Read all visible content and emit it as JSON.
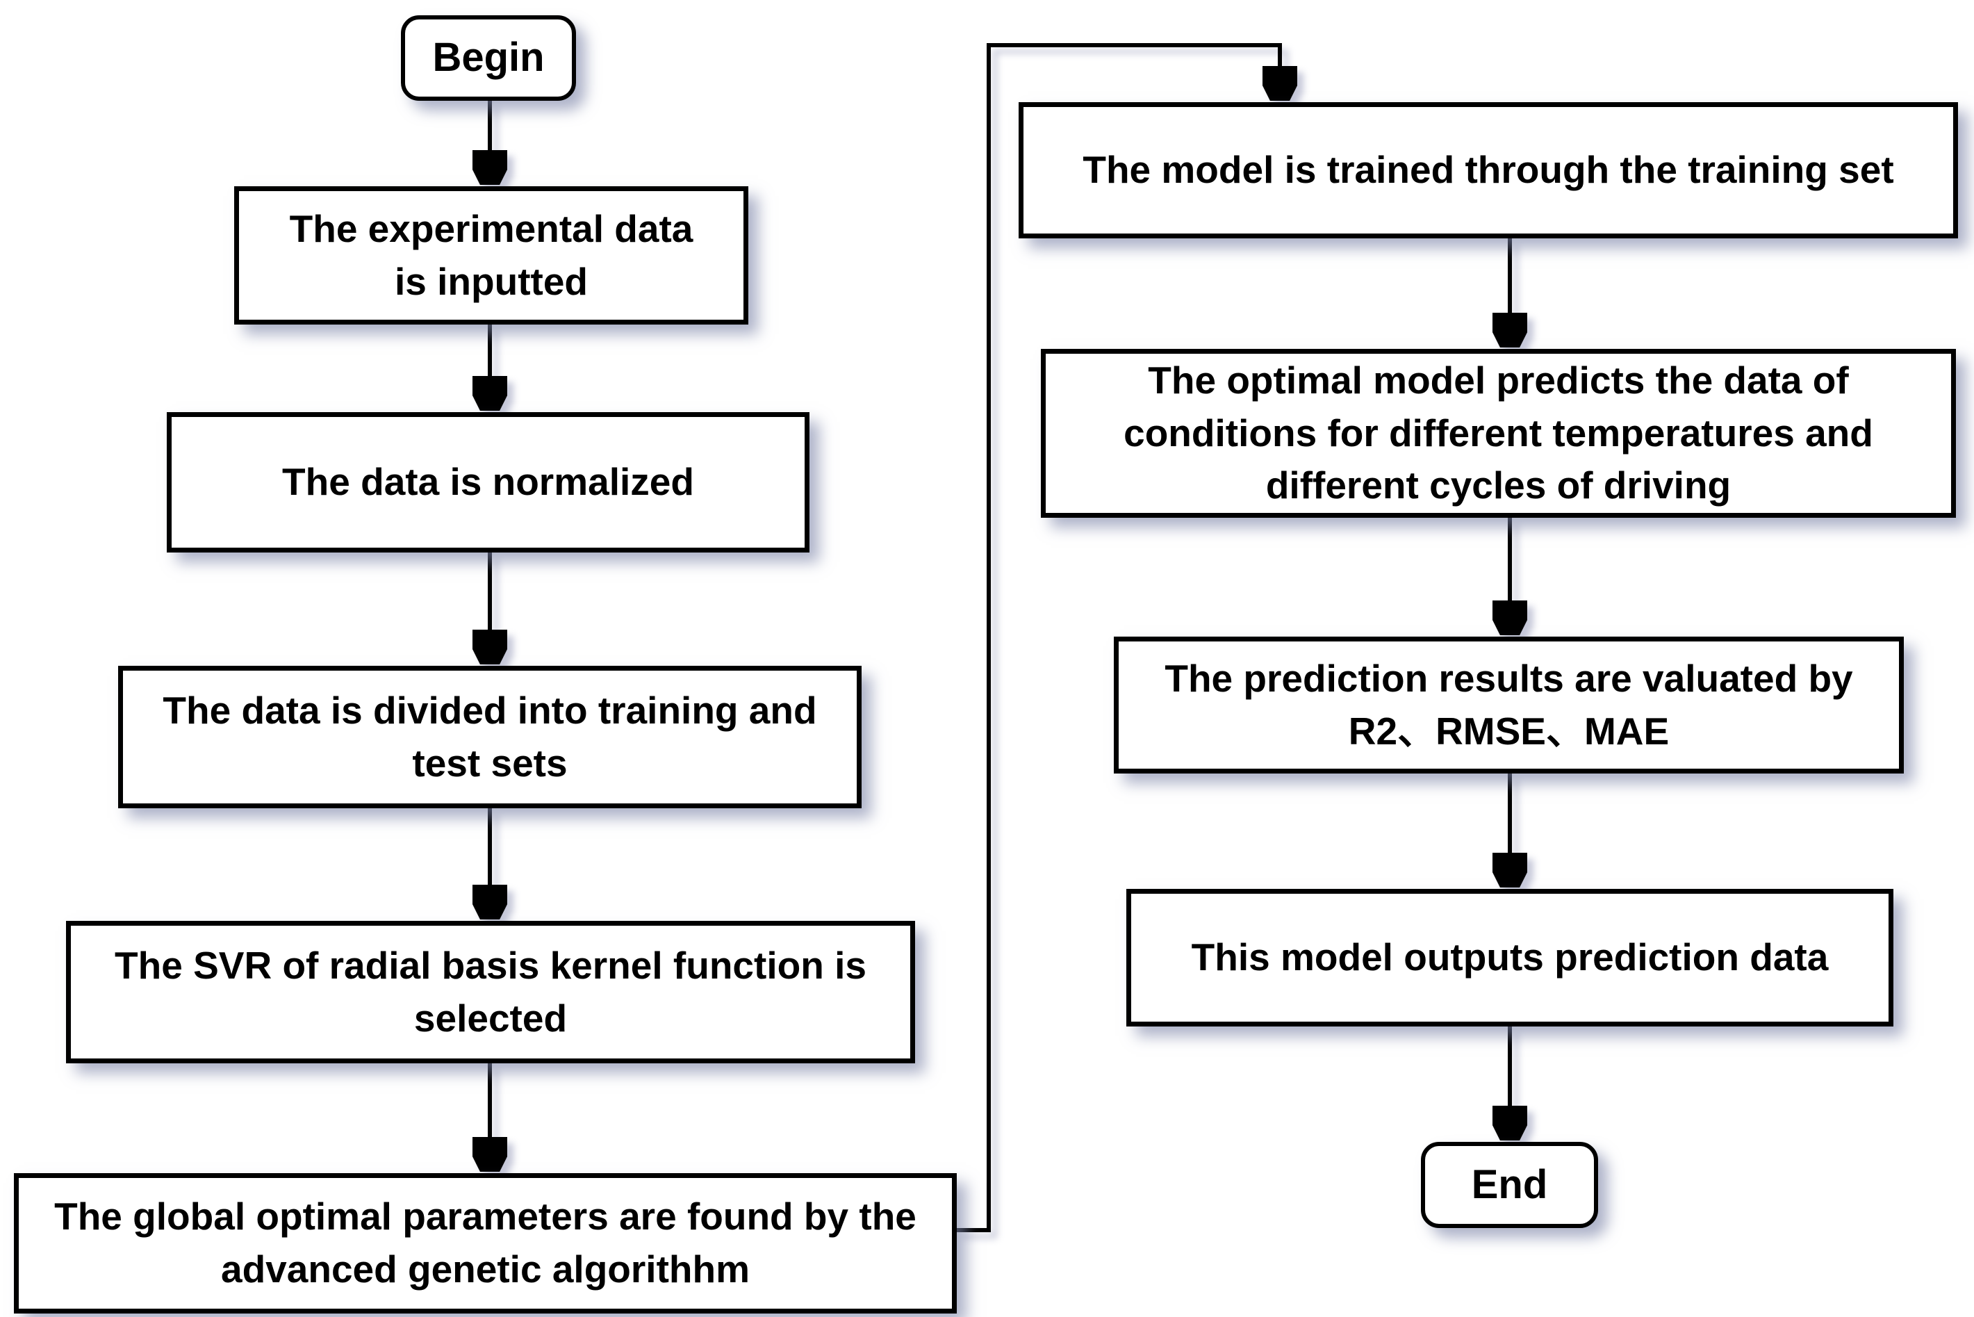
{
  "diagram": {
    "type": "flowchart",
    "colors": {
      "background": "#ffffff",
      "box_fill": "#ffffff",
      "box_border": "#000000",
      "text": "#000000",
      "arrow": "#000000",
      "shadow": "#7d84a8"
    },
    "nodes": {
      "begin": {
        "label": "Begin",
        "shape": "terminator"
      },
      "input_data": {
        "label": "The experimental data\nis inputted",
        "shape": "process"
      },
      "normalize": {
        "label": "The data is normalized",
        "shape": "process"
      },
      "divide": {
        "label": "The data is divided into training and\ntest sets",
        "shape": "process"
      },
      "svr_select": {
        "label": "The SVR of radial basis kernel function is\nselected",
        "shape": "process"
      },
      "ga_params": {
        "label": "The global optimal parameters are found by the\nadvanced genetic algorithhm",
        "shape": "process"
      },
      "train_model": {
        "label": "The model is trained through the training set",
        "shape": "process"
      },
      "predict": {
        "label": "The optimal model predicts the data of\nconditions for different temperatures and\ndifferent cycles of driving",
        "shape": "process"
      },
      "evaluate": {
        "label": "The prediction results are valuated by\nR2、RMSE、MAE",
        "shape": "process"
      },
      "output": {
        "label": "This model outputs prediction data",
        "shape": "process"
      },
      "end": {
        "label": "End",
        "shape": "terminator"
      }
    },
    "edges": [
      {
        "from": "begin",
        "to": "input_data"
      },
      {
        "from": "input_data",
        "to": "normalize"
      },
      {
        "from": "normalize",
        "to": "divide"
      },
      {
        "from": "divide",
        "to": "svr_select"
      },
      {
        "from": "svr_select",
        "to": "ga_params"
      },
      {
        "from": "ga_params",
        "to": "train_model"
      },
      {
        "from": "train_model",
        "to": "predict"
      },
      {
        "from": "predict",
        "to": "evaluate"
      },
      {
        "from": "evaluate",
        "to": "output"
      },
      {
        "from": "output",
        "to": "end"
      }
    ]
  }
}
